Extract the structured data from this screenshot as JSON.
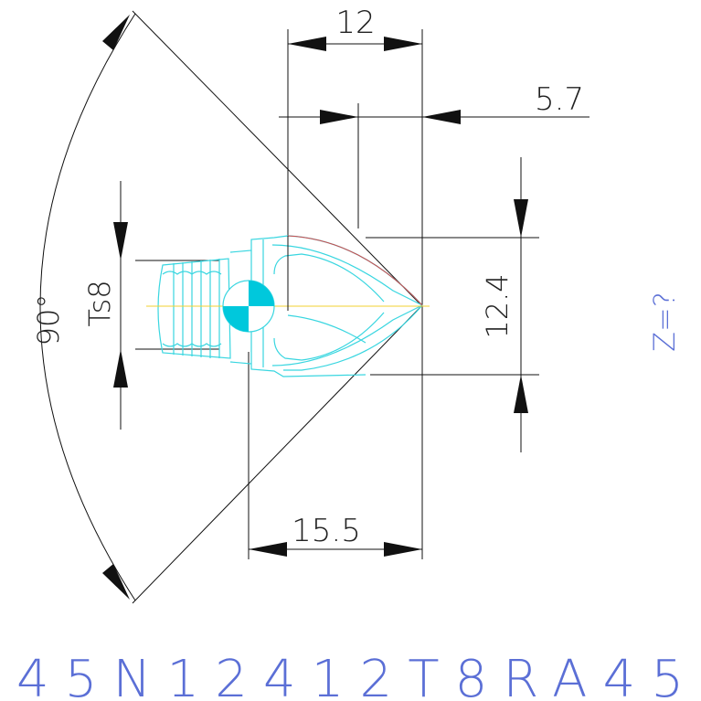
{
  "drawing": {
    "dimensions": {
      "top_width": "12",
      "offset": "5.7",
      "right_height": "12.4",
      "bottom_width": "15.5",
      "thread": "Ts8",
      "angle": "90°"
    },
    "side_note": "Z=?",
    "part_code": "45N12412T8RA45",
    "colors": {
      "dimension_line": "#111111",
      "part_outline": "#39d6e0",
      "section_edge": "#d24a4a",
      "centerline": "#f2d230",
      "code_text": "#5b6fd6",
      "centre_mark": "#00c8dc"
    }
  }
}
